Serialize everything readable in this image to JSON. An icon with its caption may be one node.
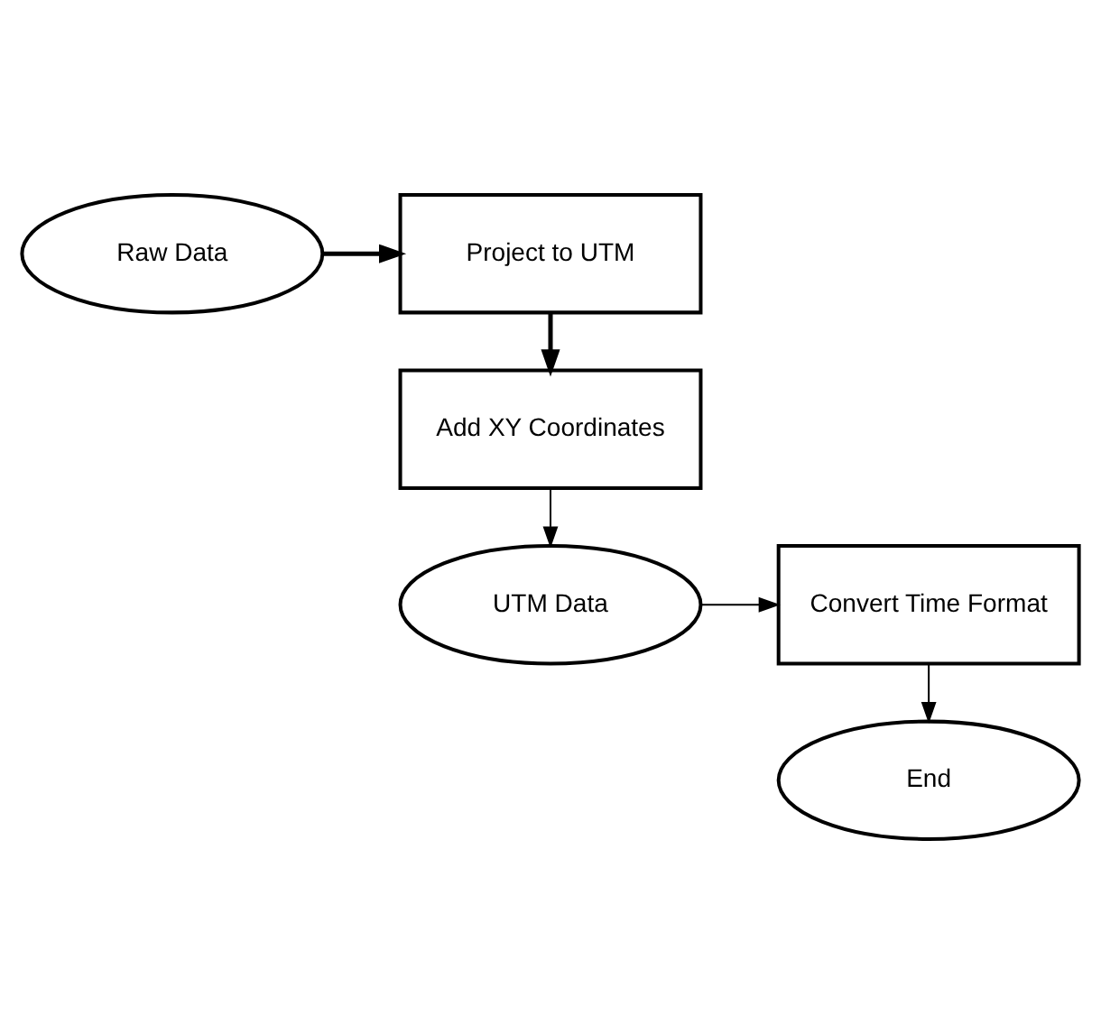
{
  "diagram": {
    "nodes": [
      {
        "text": [
          "Raw Data"
        ]
      },
      {
        "text": [
          "Project to UTM"
        ]
      },
      {
        "text": [
          "Add XY Coordinates"
        ]
      },
      {
        "text": [
          "UTM Data"
        ]
      },
      {
        "text": [
          "Convert Time Format"
        ]
      },
      {
        "text": [
          "End"
        ]
      }
    ],
    "edges": [
      {
        "from": 0,
        "to": 1,
        "arrow": "to",
        "style": "thick"
      },
      {
        "from": 1,
        "to": 2,
        "arrow": "to",
        "style": "thick"
      },
      {
        "from": 2,
        "to": 3,
        "arrow": "to"
      },
      {
        "from": 3,
        "to": 4,
        "arrow": "to"
      },
      {
        "from": 4,
        "to": 5,
        "arrow": "to"
      }
    ]
  }
}
